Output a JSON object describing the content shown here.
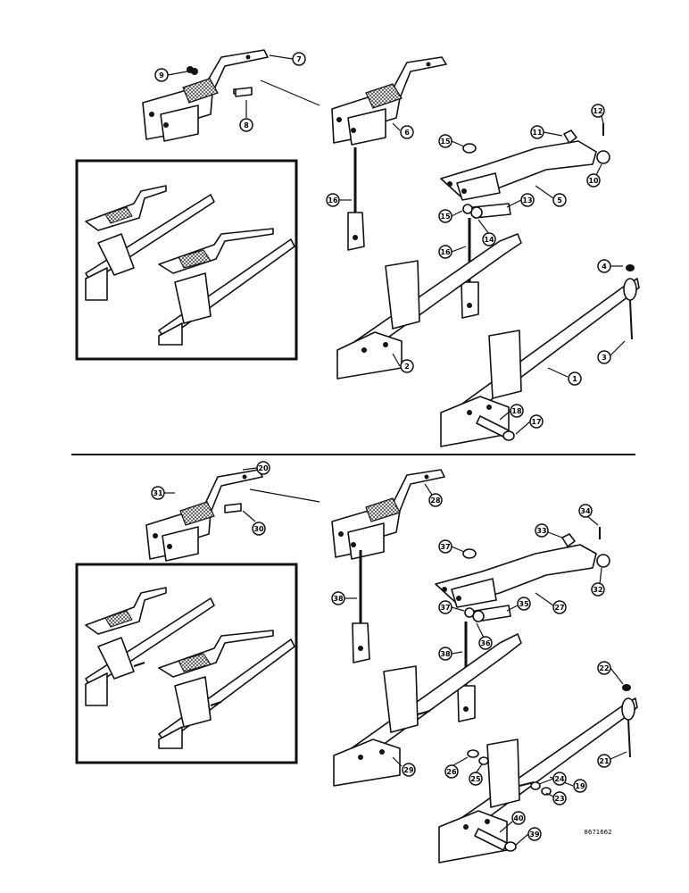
{
  "figure_code": "8671662",
  "upper_view": {
    "callouts": [
      "1",
      "2",
      "3",
      "4",
      "5",
      "6",
      "7",
      "8",
      "9",
      "10",
      "11",
      "12",
      "13",
      "14",
      "15",
      "15",
      "16",
      "16",
      "17",
      "18"
    ]
  },
  "lower_view": {
    "callouts": [
      "19",
      "20",
      "21",
      "22",
      "23",
      "24",
      "25",
      "26",
      "27",
      "28",
      "29",
      "30",
      "31",
      "32",
      "33",
      "34",
      "35",
      "36",
      "37",
      "37",
      "38",
      "38",
      "39",
      "40"
    ]
  }
}
